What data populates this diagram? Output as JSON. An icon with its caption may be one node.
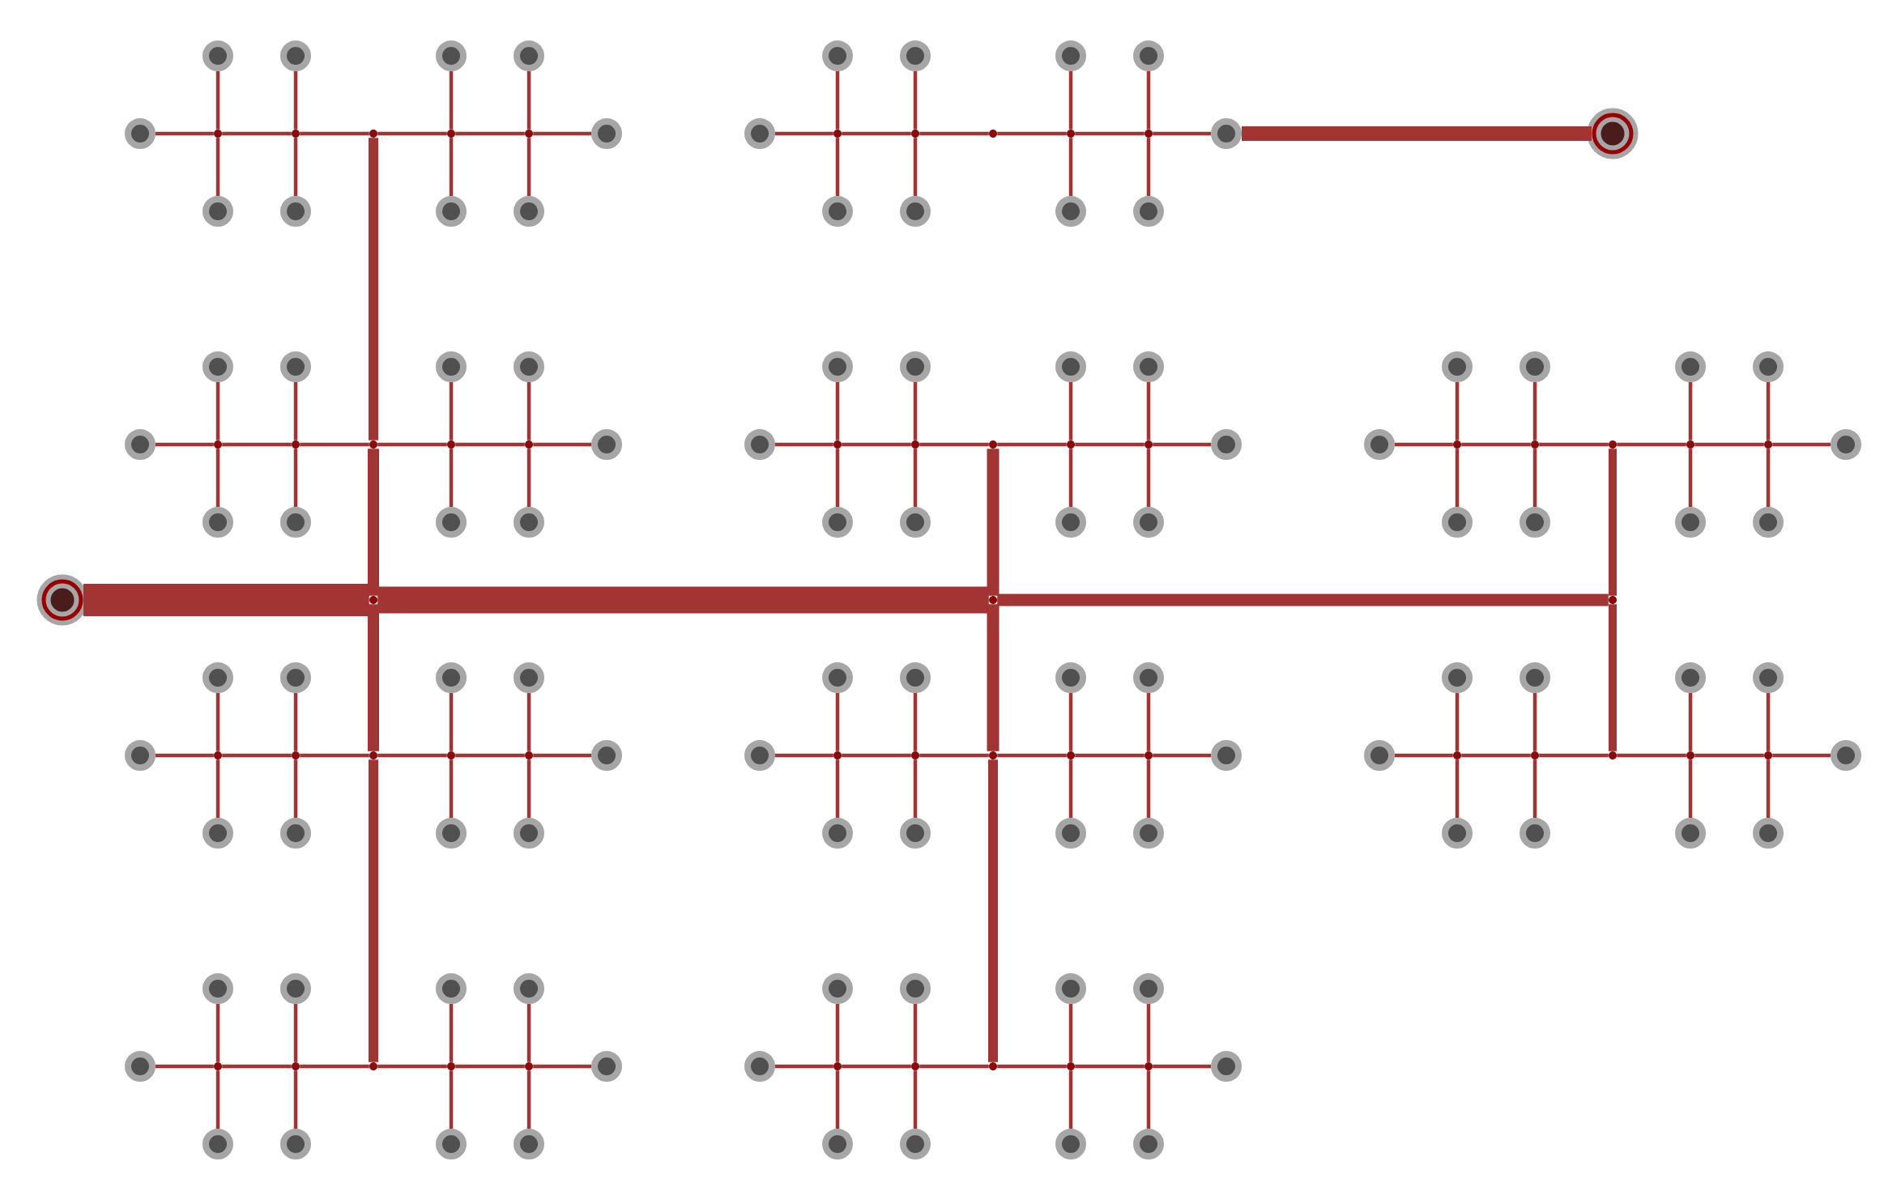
{
  "diagram": {
    "nodes": [
      {
        "text": [],
        "shape": "ring"
      },
      {
        "text": [],
        "shape": "circle"
      },
      {
        "text": [],
        "shape": "circle"
      },
      {
        "text": [],
        "shape": "circle"
      },
      {
        "text": [],
        "shape": "circle"
      },
      {
        "text": [],
        "shape": "circle"
      },
      {
        "text": [],
        "shape": "dot"
      },
      {
        "text": [],
        "shape": "dot"
      },
      {
        "text": [],
        "shape": "dot"
      },
      {
        "text": [],
        "shape": "dot"
      },
      {
        "text": [],
        "shape": "dot"
      },
      {
        "text": [],
        "shape": "circle"
      },
      {
        "text": [],
        "shape": "circle"
      },
      {
        "text": [],
        "shape": "circle"
      },
      {
        "text": [],
        "shape": "circle"
      },
      {
        "text": [],
        "shape": "circle"
      },
      {
        "text": [],
        "shape": "circle"
      },
      {
        "text": [],
        "shape": "circle"
      },
      {
        "text": [],
        "shape": "circle"
      },
      {
        "text": [],
        "shape": "circle"
      },
      {
        "text": [],
        "shape": "circle"
      },
      {
        "text": [],
        "shape": "dot"
      },
      {
        "text": [],
        "shape": "dot"
      },
      {
        "text": [],
        "shape": "dot"
      },
      {
        "text": [],
        "shape": "dot"
      },
      {
        "text": [],
        "shape": "dot"
      },
      {
        "text": [],
        "shape": "circle"
      },
      {
        "text": [],
        "shape": "circle"
      },
      {
        "text": [],
        "shape": "circle"
      },
      {
        "text": [],
        "shape": "circle"
      },
      {
        "text": [],
        "shape": "circle"
      },
      {
        "text": [],
        "shape": "circle"
      },
      {
        "text": [],
        "shape": "circle"
      },
      {
        "text": [],
        "shape": "circle"
      },
      {
        "text": [],
        "shape": "circle"
      },
      {
        "text": [],
        "shape": "circle"
      },
      {
        "text": [],
        "shape": "dot"
      },
      {
        "text": [],
        "shape": "dot"
      },
      {
        "text": [],
        "shape": "dot"
      },
      {
        "text": [],
        "shape": "dot"
      },
      {
        "text": [],
        "shape": "dot"
      },
      {
        "text": [],
        "shape": "circle"
      },
      {
        "text": [],
        "shape": "circle"
      },
      {
        "text": [],
        "shape": "circle"
      },
      {
        "text": [],
        "shape": "circle"
      },
      {
        "text": [],
        "shape": "circle"
      },
      {
        "text": [],
        "shape": "circle"
      },
      {
        "text": [],
        "shape": "circle"
      },
      {
        "text": [],
        "shape": "circle"
      },
      {
        "text": [],
        "shape": "circle"
      },
      {
        "text": [],
        "shape": "circle"
      },
      {
        "text": [],
        "shape": "dot"
      },
      {
        "text": [],
        "shape": "dot"
      },
      {
        "text": [],
        "shape": "dot"
      },
      {
        "text": [],
        "shape": "dot"
      },
      {
        "text": [],
        "shape": "dot"
      },
      {
        "text": [],
        "shape": "circle"
      },
      {
        "text": [],
        "shape": "circle"
      },
      {
        "text": [],
        "shape": "circle"
      },
      {
        "text": [],
        "shape": "circle"
      },
      {
        "text": [],
        "shape": "circle"
      },
      {
        "text": [],
        "shape": "circle"
      },
      {
        "text": [],
        "shape": "circle"
      },
      {
        "text": [],
        "shape": "circle"
      },
      {
        "text": [],
        "shape": "circle"
      },
      {
        "text": [],
        "shape": "circle"
      },
      {
        "text": [],
        "shape": "dot"
      },
      {
        "text": [],
        "shape": "dot"
      },
      {
        "text": [],
        "shape": "dot"
      },
      {
        "text": [],
        "shape": "dot"
      },
      {
        "text": [],
        "shape": "dot"
      },
      {
        "text": [],
        "shape": "circle"
      },
      {
        "text": [],
        "shape": "circle"
      },
      {
        "text": [],
        "shape": "circle"
      },
      {
        "text": [],
        "shape": "circle"
      },
      {
        "text": [],
        "shape": "circle"
      },
      {
        "text": [],
        "shape": "circle"
      },
      {
        "text": [],
        "shape": "circle"
      },
      {
        "text": [],
        "shape": "circle"
      },
      {
        "text": [],
        "shape": "circle"
      },
      {
        "text": [],
        "shape": "circle"
      },
      {
        "text": [],
        "shape": "dot"
      },
      {
        "text": [],
        "shape": "dot"
      },
      {
        "text": [],
        "shape": "dot"
      },
      {
        "text": [],
        "shape": "dot"
      },
      {
        "text": [],
        "shape": "dot"
      },
      {
        "text": [],
        "shape": "circle"
      },
      {
        "text": [],
        "shape": "circle"
      },
      {
        "text": [],
        "shape": "circle"
      },
      {
        "text": [],
        "shape": "circle"
      },
      {
        "text": [],
        "shape": "circle"
      },
      {
        "text": [],
        "shape": "circle"
      },
      {
        "text": [],
        "shape": "circle"
      },
      {
        "text": [],
        "shape": "circle"
      },
      {
        "text": [],
        "shape": "circle"
      },
      {
        "text": [],
        "shape": "circle"
      },
      {
        "text": [],
        "shape": "dot"
      },
      {
        "text": [],
        "shape": "dot"
      },
      {
        "text": [],
        "shape": "dot"
      },
      {
        "text": [],
        "shape": "dot"
      },
      {
        "text": [],
        "shape": "dot"
      },
      {
        "text": [],
        "shape": "circle"
      },
      {
        "text": [],
        "shape": "circle"
      },
      {
        "text": [],
        "shape": "circle"
      },
      {
        "text": [],
        "shape": "circle"
      },
      {
        "text": [],
        "shape": "circle"
      },
      {
        "text": [],
        "shape": "circle"
      },
      {
        "text": [],
        "shape": "circle"
      },
      {
        "text": [],
        "shape": "circle"
      },
      {
        "text": [],
        "shape": "circle"
      },
      {
        "text": [],
        "shape": "circle"
      },
      {
        "text": [],
        "shape": "dot"
      },
      {
        "text": [],
        "shape": "dot"
      },
      {
        "text": [],
        "shape": "dot"
      },
      {
        "text": [],
        "shape": "dot"
      },
      {
        "text": [],
        "shape": "dot"
      },
      {
        "text": [],
        "shape": "circle"
      },
      {
        "text": [],
        "shape": "circle"
      },
      {
        "text": [],
        "shape": "circle"
      },
      {
        "text": [],
        "shape": "circle"
      },
      {
        "text": [],
        "shape": "circle"
      },
      {
        "text": [],
        "shape": "circle"
      },
      {
        "text": [],
        "shape": "circle"
      },
      {
        "text": [],
        "shape": "circle"
      },
      {
        "text": [],
        "shape": "circle"
      },
      {
        "text": [],
        "shape": "circle"
      },
      {
        "text": [],
        "shape": "dot"
      },
      {
        "text": [],
        "shape": "dot"
      },
      {
        "text": [],
        "shape": "dot"
      },
      {
        "text": [],
        "shape": "dot"
      },
      {
        "text": [],
        "shape": "dot"
      },
      {
        "text": [],
        "shape": "circle"
      },
      {
        "text": [],
        "shape": "circle"
      },
      {
        "text": [],
        "shape": "circle"
      },
      {
        "text": [],
        "shape": "circle"
      },
      {
        "text": [],
        "shape": "circle"
      },
      {
        "text": [],
        "shape": "circle"
      },
      {
        "text": [],
        "shape": "circle"
      },
      {
        "text": [],
        "shape": "circle"
      },
      {
        "text": [],
        "shape": "circle"
      },
      {
        "text": [],
        "shape": "circle"
      },
      {
        "text": [],
        "shape": "dot"
      },
      {
        "text": [],
        "shape": "dot"
      },
      {
        "text": [],
        "shape": "dot"
      },
      {
        "text": [],
        "shape": "dot"
      },
      {
        "text": [],
        "shape": "dot"
      },
      {
        "text": [],
        "shape": "circle"
      },
      {
        "text": [],
        "shape": "circle"
      },
      {
        "text": [],
        "shape": "circle"
      },
      {
        "text": [],
        "shape": "circle"
      },
      {
        "text": [],
        "shape": "circle"
      },
      {
        "text": [],
        "shape": "dot"
      },
      {
        "text": [],
        "shape": "dot"
      },
      {
        "text": [],
        "shape": "dot"
      },
      {
        "text": [],
        "shape": "ring"
      }
    ],
    "edges": [
      {
        "from": 5,
        "to": 6,
        "arrow": "none"
      },
      {
        "from": 6,
        "to": 7,
        "arrow": "none"
      },
      {
        "from": 7,
        "to": 8,
        "arrow": "none"
      },
      {
        "from": 8,
        "to": 9,
        "arrow": "none"
      },
      {
        "from": 9,
        "to": 10,
        "arrow": "none"
      },
      {
        "from": 10,
        "to": 11,
        "arrow": "none"
      },
      {
        "from": 1,
        "to": 6,
        "arrow": "none"
      },
      {
        "from": 6,
        "to": 12,
        "arrow": "none"
      },
      {
        "from": 2,
        "to": 7,
        "arrow": "none"
      },
      {
        "from": 7,
        "to": 13,
        "arrow": "none"
      },
      {
        "from": 3,
        "to": 9,
        "arrow": "none"
      },
      {
        "from": 9,
        "to": 14,
        "arrow": "none"
      },
      {
        "from": 4,
        "to": 10,
        "arrow": "none"
      },
      {
        "from": 10,
        "to": 15,
        "arrow": "none"
      },
      {
        "from": 20,
        "to": 21,
        "arrow": "none"
      },
      {
        "from": 21,
        "to": 22,
        "arrow": "none"
      },
      {
        "from": 22,
        "to": 23,
        "arrow": "none"
      },
      {
        "from": 23,
        "to": 24,
        "arrow": "none"
      },
      {
        "from": 24,
        "to": 25,
        "arrow": "none"
      },
      {
        "from": 25,
        "to": 26,
        "arrow": "none"
      },
      {
        "from": 16,
        "to": 21,
        "arrow": "none"
      },
      {
        "from": 21,
        "to": 27,
        "arrow": "none"
      },
      {
        "from": 17,
        "to": 22,
        "arrow": "none"
      },
      {
        "from": 22,
        "to": 28,
        "arrow": "none"
      },
      {
        "from": 18,
        "to": 24,
        "arrow": "none"
      },
      {
        "from": 24,
        "to": 29,
        "arrow": "none"
      },
      {
        "from": 19,
        "to": 25,
        "arrow": "none"
      },
      {
        "from": 25,
        "to": 30,
        "arrow": "none"
      },
      {
        "from": 35,
        "to": 36,
        "arrow": "none"
      },
      {
        "from": 36,
        "to": 37,
        "arrow": "none"
      },
      {
        "from": 37,
        "to": 38,
        "arrow": "none"
      },
      {
        "from": 38,
        "to": 39,
        "arrow": "none"
      },
      {
        "from": 39,
        "to": 40,
        "arrow": "none"
      },
      {
        "from": 40,
        "to": 41,
        "arrow": "none"
      },
      {
        "from": 31,
        "to": 36,
        "arrow": "none"
      },
      {
        "from": 36,
        "to": 42,
        "arrow": "none"
      },
      {
        "from": 32,
        "to": 37,
        "arrow": "none"
      },
      {
        "from": 37,
        "to": 43,
        "arrow": "none"
      },
      {
        "from": 33,
        "to": 39,
        "arrow": "none"
      },
      {
        "from": 39,
        "to": 44,
        "arrow": "none"
      },
      {
        "from": 34,
        "to": 40,
        "arrow": "none"
      },
      {
        "from": 40,
        "to": 45,
        "arrow": "none"
      },
      {
        "from": 50,
        "to": 51,
        "arrow": "none"
      },
      {
        "from": 51,
        "to": 52,
        "arrow": "none"
      },
      {
        "from": 52,
        "to": 53,
        "arrow": "none"
      },
      {
        "from": 53,
        "to": 54,
        "arrow": "none"
      },
      {
        "from": 54,
        "to": 55,
        "arrow": "none"
      },
      {
        "from": 55,
        "to": 56,
        "arrow": "none"
      },
      {
        "from": 46,
        "to": 51,
        "arrow": "none"
      },
      {
        "from": 51,
        "to": 57,
        "arrow": "none"
      },
      {
        "from": 47,
        "to": 52,
        "arrow": "none"
      },
      {
        "from": 52,
        "to": 58,
        "arrow": "none"
      },
      {
        "from": 48,
        "to": 54,
        "arrow": "none"
      },
      {
        "from": 54,
        "to": 59,
        "arrow": "none"
      },
      {
        "from": 49,
        "to": 55,
        "arrow": "none"
      },
      {
        "from": 55,
        "to": 60,
        "arrow": "none"
      },
      {
        "from": 65,
        "to": 66,
        "arrow": "none"
      },
      {
        "from": 66,
        "to": 67,
        "arrow": "none"
      },
      {
        "from": 67,
        "to": 68,
        "arrow": "none"
      },
      {
        "from": 68,
        "to": 69,
        "arrow": "none"
      },
      {
        "from": 69,
        "to": 70,
        "arrow": "none"
      },
      {
        "from": 70,
        "to": 71,
        "arrow": "none"
      },
      {
        "from": 61,
        "to": 66,
        "arrow": "none"
      },
      {
        "from": 66,
        "to": 72,
        "arrow": "none"
      },
      {
        "from": 62,
        "to": 67,
        "arrow": "none"
      },
      {
        "from": 67,
        "to": 73,
        "arrow": "none"
      },
      {
        "from": 63,
        "to": 69,
        "arrow": "none"
      },
      {
        "from": 69,
        "to": 74,
        "arrow": "none"
      },
      {
        "from": 64,
        "to": 70,
        "arrow": "none"
      },
      {
        "from": 70,
        "to": 75,
        "arrow": "none"
      },
      {
        "from": 80,
        "to": 81,
        "arrow": "none"
      },
      {
        "from": 81,
        "to": 82,
        "arrow": "none"
      },
      {
        "from": 82,
        "to": 83,
        "arrow": "none"
      },
      {
        "from": 83,
        "to": 84,
        "arrow": "none"
      },
      {
        "from": 84,
        "to": 85,
        "arrow": "none"
      },
      {
        "from": 85,
        "to": 86,
        "arrow": "none"
      },
      {
        "from": 76,
        "to": 81,
        "arrow": "none"
      },
      {
        "from": 81,
        "to": 87,
        "arrow": "none"
      },
      {
        "from": 77,
        "to": 82,
        "arrow": "none"
      },
      {
        "from": 82,
        "to": 88,
        "arrow": "none"
      },
      {
        "from": 78,
        "to": 84,
        "arrow": "none"
      },
      {
        "from": 84,
        "to": 89,
        "arrow": "none"
      },
      {
        "from": 79,
        "to": 85,
        "arrow": "none"
      },
      {
        "from": 85,
        "to": 90,
        "arrow": "none"
      },
      {
        "from": 95,
        "to": 96,
        "arrow": "none"
      },
      {
        "from": 96,
        "to": 97,
        "arrow": "none"
      },
      {
        "from": 97,
        "to": 98,
        "arrow": "none"
      },
      {
        "from": 98,
        "to": 99,
        "arrow": "none"
      },
      {
        "from": 99,
        "to": 100,
        "arrow": "none"
      },
      {
        "from": 100,
        "to": 101,
        "arrow": "none"
      },
      {
        "from": 91,
        "to": 96,
        "arrow": "none"
      },
      {
        "from": 96,
        "to": 102,
        "arrow": "none"
      },
      {
        "from": 92,
        "to": 97,
        "arrow": "none"
      },
      {
        "from": 97,
        "to": 103,
        "arrow": "none"
      },
      {
        "from": 93,
        "to": 99,
        "arrow": "none"
      },
      {
        "from": 99,
        "to": 104,
        "arrow": "none"
      },
      {
        "from": 94,
        "to": 100,
        "arrow": "none"
      },
      {
        "from": 100,
        "to": 105,
        "arrow": "none"
      },
      {
        "from": 110,
        "to": 111,
        "arrow": "none"
      },
      {
        "from": 111,
        "to": 112,
        "arrow": "none"
      },
      {
        "from": 112,
        "to": 113,
        "arrow": "none"
      },
      {
        "from": 113,
        "to": 114,
        "arrow": "none"
      },
      {
        "from": 114,
        "to": 115,
        "arrow": "none"
      },
      {
        "from": 115,
        "to": 116,
        "arrow": "none"
      },
      {
        "from": 106,
        "to": 111,
        "arrow": "none"
      },
      {
        "from": 111,
        "to": 117,
        "arrow": "none"
      },
      {
        "from": 107,
        "to": 112,
        "arrow": "none"
      },
      {
        "from": 112,
        "to": 118,
        "arrow": "none"
      },
      {
        "from": 108,
        "to": 114,
        "arrow": "none"
      },
      {
        "from": 114,
        "to": 119,
        "arrow": "none"
      },
      {
        "from": 109,
        "to": 115,
        "arrow": "none"
      },
      {
        "from": 115,
        "to": 120,
        "arrow": "none"
      },
      {
        "from": 125,
        "to": 126,
        "arrow": "none"
      },
      {
        "from": 126,
        "to": 127,
        "arrow": "none"
      },
      {
        "from": 127,
        "to": 128,
        "arrow": "none"
      },
      {
        "from": 128,
        "to": 129,
        "arrow": "none"
      },
      {
        "from": 129,
        "to": 130,
        "arrow": "none"
      },
      {
        "from": 130,
        "to": 131,
        "arrow": "none"
      },
      {
        "from": 121,
        "to": 126,
        "arrow": "none"
      },
      {
        "from": 126,
        "to": 132,
        "arrow": "none"
      },
      {
        "from": 122,
        "to": 127,
        "arrow": "none"
      },
      {
        "from": 127,
        "to": 133,
        "arrow": "none"
      },
      {
        "from": 123,
        "to": 129,
        "arrow": "none"
      },
      {
        "from": 129,
        "to": 134,
        "arrow": "none"
      },
      {
        "from": 124,
        "to": 130,
        "arrow": "none"
      },
      {
        "from": 130,
        "to": 135,
        "arrow": "none"
      },
      {
        "from": 140,
        "to": 141,
        "arrow": "none"
      },
      {
        "from": 141,
        "to": 142,
        "arrow": "none"
      },
      {
        "from": 142,
        "to": 143,
        "arrow": "none"
      },
      {
        "from": 143,
        "to": 144,
        "arrow": "none"
      },
      {
        "from": 144,
        "to": 145,
        "arrow": "none"
      },
      {
        "from": 145,
        "to": 146,
        "arrow": "none"
      },
      {
        "from": 136,
        "to": 141,
        "arrow": "none"
      },
      {
        "from": 141,
        "to": 147,
        "arrow": "none"
      },
      {
        "from": 137,
        "to": 142,
        "arrow": "none"
      },
      {
        "from": 142,
        "to": 148,
        "arrow": "none"
      },
      {
        "from": 138,
        "to": 144,
        "arrow": "none"
      },
      {
        "from": 144,
        "to": 149,
        "arrow": "none"
      },
      {
        "from": 139,
        "to": 145,
        "arrow": "none"
      },
      {
        "from": 145,
        "to": 150,
        "arrow": "none"
      },
      {
        "from": 0,
        "to": 151,
        "arrow": "none",
        "style": "thick"
      },
      {
        "from": 151,
        "to": 38,
        "arrow": "none",
        "style": "thick"
      },
      {
        "from": 151,
        "to": 83,
        "arrow": "none",
        "style": "thick"
      },
      {
        "from": 38,
        "to": 8,
        "arrow": "none",
        "style": "thick"
      },
      {
        "from": 83,
        "to": 128,
        "arrow": "none",
        "style": "thick"
      },
      {
        "from": 151,
        "to": 152,
        "arrow": "none",
        "style": "thick"
      },
      {
        "from": 152,
        "to": 53,
        "arrow": "none",
        "style": "thick"
      },
      {
        "from": 152,
        "to": 98,
        "arrow": "none",
        "style": "thick"
      },
      {
        "from": 98,
        "to": 143,
        "arrow": "none",
        "style": "thick"
      },
      {
        "from": 152,
        "to": 153,
        "arrow": "none",
        "style": "thick"
      },
      {
        "from": 153,
        "to": 68,
        "arrow": "none",
        "style": "thick"
      },
      {
        "from": 153,
        "to": 113,
        "arrow": "none",
        "style": "thick"
      },
      {
        "from": 26,
        "to": 154,
        "arrow": "none",
        "style": "thick"
      }
    ]
  }
}
